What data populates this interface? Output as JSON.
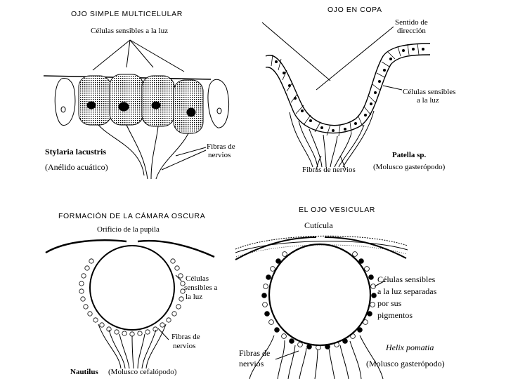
{
  "panels": {
    "simple": {
      "title": "OJO SIMPLE MULTICELULAR",
      "cells_label": "Células sensibles a la luz",
      "nerves_label_1": "Fibras de",
      "nerves_label_2": "nervios",
      "species": "Stylaria lacustris",
      "group": "(Anélido acuático)"
    },
    "cup": {
      "title": "OJO EN COPA",
      "direction_1": "Sentido de",
      "direction_2": "dirección",
      "cells_1": "Células sensibles",
      "cells_2": "a la luz",
      "species": "Patella sp.",
      "nerves": "Fibras de nervios",
      "group": "(Molusco gasterópodo)"
    },
    "camera": {
      "title": "FORMACIÓN DE LA CÁMARA OSCURA",
      "pupil": "Orificio de la pupila",
      "cells_1": "Células",
      "cells_2": "sensibles a",
      "cells_3": "la luz",
      "nerves_1": "Fibras de",
      "nerves_2": "nervios",
      "species": "Nautilus",
      "group": "(Molusco cefalópodo)"
    },
    "vesicle": {
      "title": "EL OJO VESICULAR",
      "cuticle": "Cutícula",
      "cells_1": "Células sensibles",
      "cells_2": "a la luz separadas",
      "cells_3": "por sus",
      "cells_4": "pigmentos",
      "nerves_1": "Fibras de",
      "nerves_2": "nervios",
      "species": "Helix pomatia",
      "group": "(Molusco gasterópodo)"
    }
  }
}
